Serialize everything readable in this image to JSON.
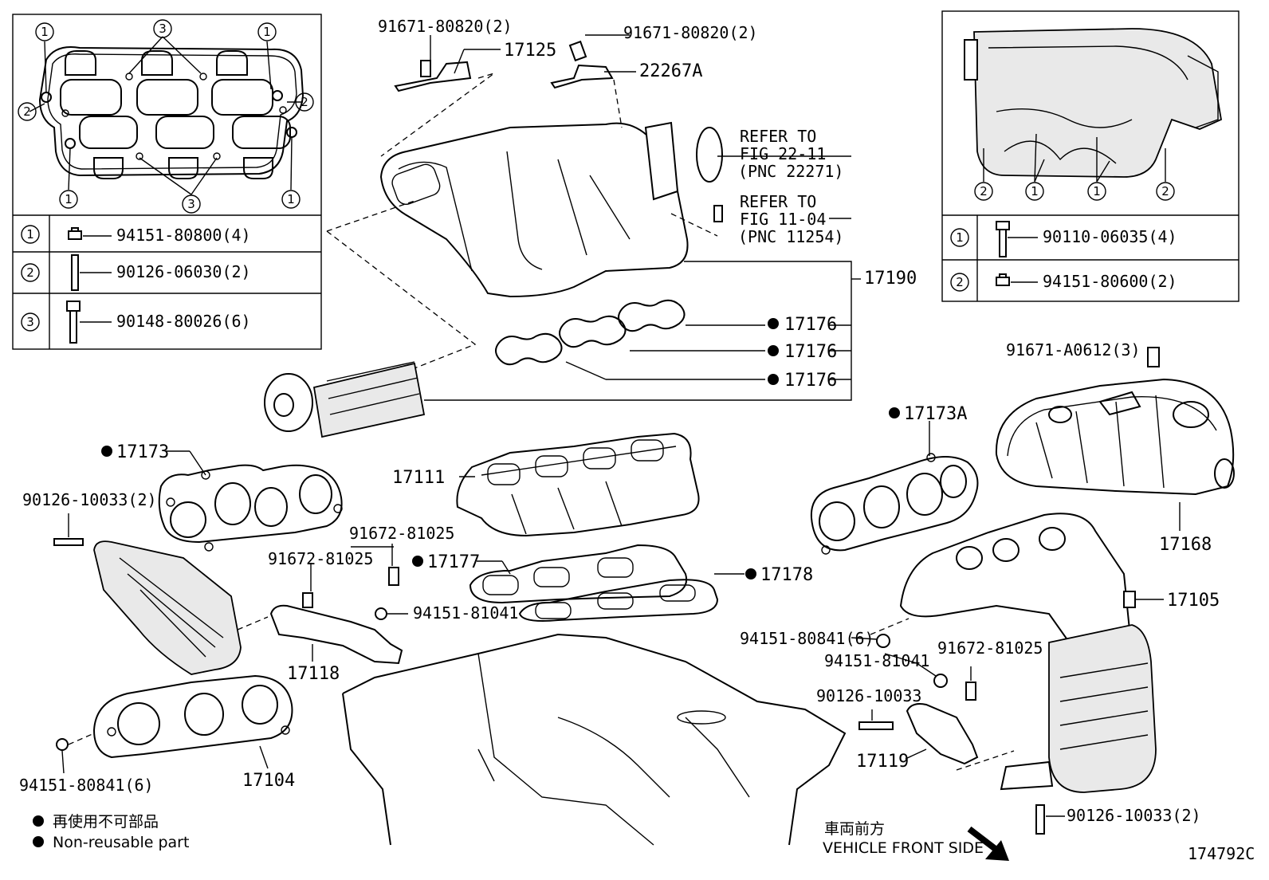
{
  "diagram_id": "174792C",
  "legend": {
    "dot_jp": "再使用不可部品",
    "dot_en": "Non-reusable part"
  },
  "front_side": {
    "jp": "車両前方",
    "en": "VEHICLE FRONT SIDE"
  },
  "inset_left": {
    "callout_1": "1",
    "callout_2": "2",
    "callout_3": "3",
    "rows": [
      {
        "key": "1",
        "part": "94151-80800(4)"
      },
      {
        "key": "2",
        "part": "90126-06030(2)"
      },
      {
        "key": "3",
        "part": "90148-80026(6)"
      }
    ]
  },
  "inset_right": {
    "callout_1": "1",
    "callout_2": "2",
    "rows": [
      {
        "key": "1",
        "part": "90110-06035(4)"
      },
      {
        "key": "2",
        "part": "94151-80600(2)"
      }
    ]
  },
  "refs": {
    "ref1_line1": "REFER TO",
    "ref1_line2": "FIG 22-11",
    "ref1_line3": "(PNC 22271)",
    "ref2_line1": "REFER TO",
    "ref2_line2": "FIG 11-04",
    "ref2_line3": "(PNC 11254)"
  },
  "labels": {
    "p91671_80820_a": "91671-80820(2)",
    "p91671_80820_b": "91671-80820(2)",
    "p17125": "17125",
    "p22267A": "22267A",
    "p17190": "17190",
    "p17176_a": "17176",
    "p17176_b": "17176",
    "p17176_c": "17176",
    "p91671_A0612": "91671-A0612(3)",
    "p17173A": "17173A",
    "p17168": "17168",
    "p17173": "17173",
    "p17111": "17111",
    "p90126_10033_a": "90126-10033(2)",
    "p91672_81025_a": "91672-81025",
    "p91672_81025_b": "91672-81025",
    "p17177": "17177",
    "p17178": "17178",
    "p94151_81041_a": "94151-81041",
    "p17105": "17105",
    "p94151_80841_a": "94151-80841(6)",
    "p94151_81041_b": "94151-81041",
    "p91672_81025_c": "91672-81025",
    "p17118": "17118",
    "p90126_10033_b": "90126-10033",
    "p17119": "17119",
    "p94151_80841_b": "94151-80841(6)",
    "p17104": "17104",
    "p90126_10033_c": "90126-10033(2)"
  }
}
